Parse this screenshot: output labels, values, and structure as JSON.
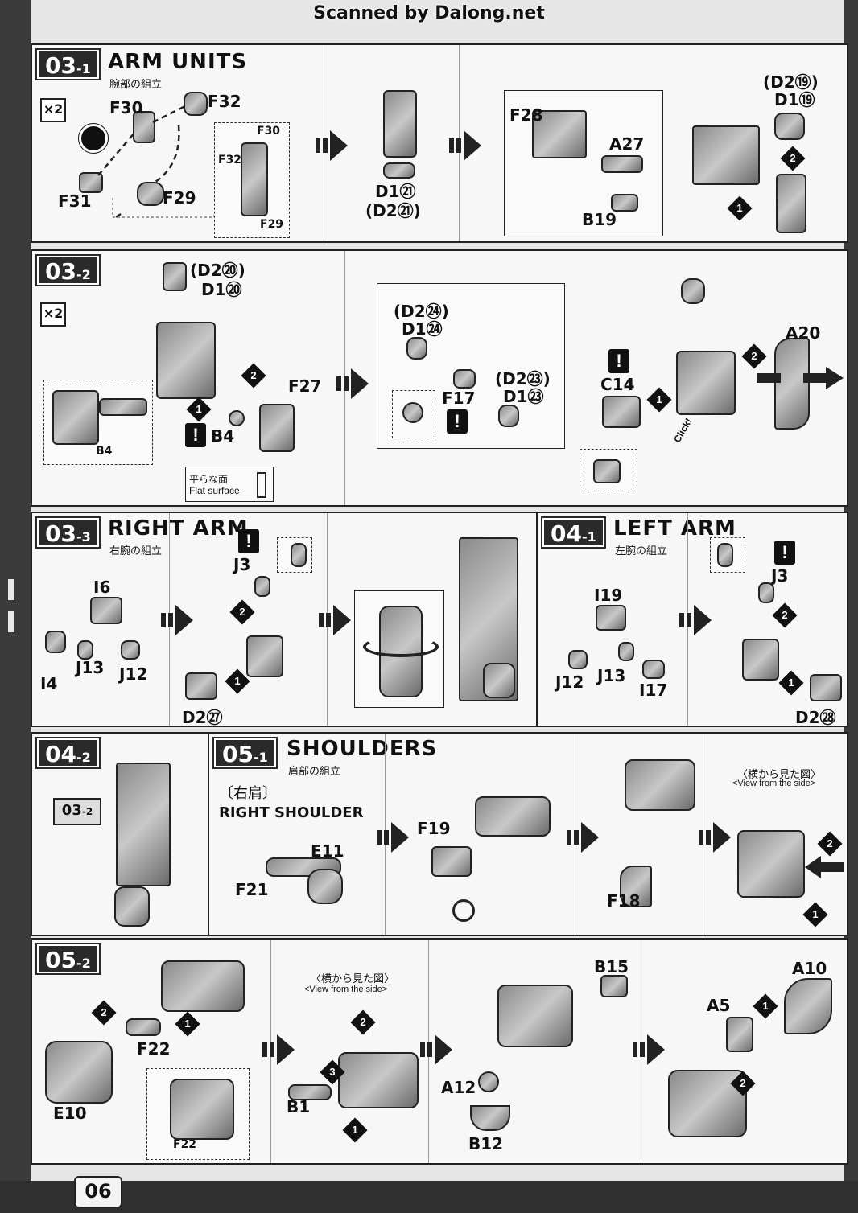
{
  "watermark": "Scanned by Dalong.net",
  "page_number": "06",
  "sections": {
    "s031": {
      "num": "03",
      "sub": "-1",
      "title": "ARM UNITS",
      "subtitle": "腕部の組立",
      "qty": "×2",
      "parts": {
        "f30": "F30",
        "f32": "F32",
        "f31": "F31",
        "f29": "F29",
        "d121": "D1㉑",
        "d221": "(D2㉑)",
        "f28": "F28",
        "a27": "A27",
        "b19": "B19",
        "d219": "(D2⑲)",
        "d119": "D1⑲",
        "i_f30": "F30",
        "i_f32": "F32",
        "i_f29": "F29"
      }
    },
    "s032": {
      "num": "03",
      "sub": "-2",
      "qty": "×2",
      "parts": {
        "d220": "(D2⑳)",
        "d120": "D1⑳",
        "f27": "F27",
        "b4": "B4",
        "ib4": "B4",
        "d224": "(D2㉔)",
        "d124": "D1㉔",
        "d223": "(D2㉓)",
        "d123": "D1㉓",
        "f17": "F17",
        "a20": "A20",
        "c14": "C14"
      },
      "flat_jp": "平らな面",
      "flat_en": "Flat surface",
      "click": "Click!"
    },
    "s033": {
      "num": "03",
      "sub": "-3",
      "title": "RIGHT ARM",
      "subtitle": "右腕の組立",
      "parts": {
        "i6": "I6",
        "i4": "I4",
        "j13": "J13",
        "j12": "J12",
        "j3": "J3",
        "d227": "D2㉗"
      }
    },
    "s041": {
      "num": "04",
      "sub": "-1",
      "title": "LEFT ARM",
      "subtitle": "左腕の組立",
      "parts": {
        "i19": "I19",
        "j12": "J12",
        "j13": "J13",
        "i17": "I17",
        "j3": "J3",
        "d228": "D2㉘"
      }
    },
    "s042": {
      "num": "04",
      "sub": "-2",
      "ref_num": "03",
      "ref_sub": "-2"
    },
    "s051": {
      "num": "05",
      "sub": "-1",
      "title": "SHOULDERS",
      "subtitle": "肩部の組立",
      "right_jp": "〔右肩〕",
      "right_en": "RIGHT SHOULDER",
      "view_jp": "〈横から見た図〉",
      "view_en": "<View from the side>",
      "parts": {
        "e11": "E11",
        "f21": "F21",
        "f19": "F19",
        "f18": "F18"
      }
    },
    "s052": {
      "num": "05",
      "sub": "-2",
      "view_jp": "〈横から見た図〉",
      "view_en": "<View from the side>",
      "parts": {
        "f22": "F22",
        "e10": "E10",
        "if22": "F22",
        "b1": "B1",
        "b15": "B15",
        "a12": "A12",
        "b12": "B12",
        "a5": "A5",
        "a10": "A10"
      }
    }
  }
}
